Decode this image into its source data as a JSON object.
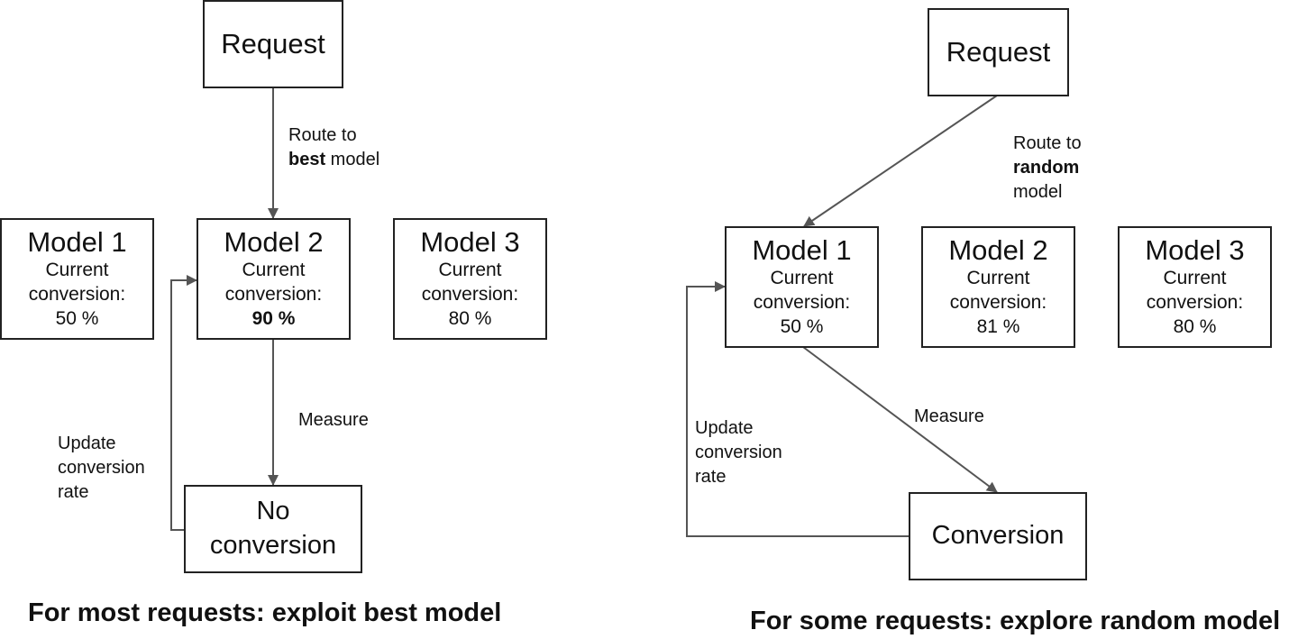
{
  "left": {
    "request": "Request",
    "route_label": {
      "line1": "Route to",
      "bold": "best",
      "rest": " model"
    },
    "models": [
      {
        "name": "Model 1",
        "label": "Current",
        "label2": "conversion:",
        "value": "50 %"
      },
      {
        "name": "Model 2",
        "label": "Current",
        "label2": "conversion:",
        "value": "90 %"
      },
      {
        "name": "Model 3",
        "label": "Current",
        "label2": "conversion:",
        "value": "80 %"
      }
    ],
    "measure": "Measure",
    "update": {
      "line1": "Update",
      "line2": "conversion",
      "line3": "rate"
    },
    "outcome": {
      "line1": "No",
      "line2": "conversion"
    },
    "caption": "For most requests: exploit best model"
  },
  "right": {
    "request": "Request",
    "route_label": {
      "line1": "Route to",
      "bold": "random",
      "rest": "model"
    },
    "models": [
      {
        "name": "Model 1",
        "label": "Current",
        "label2": "conversion:",
        "value": "50 %"
      },
      {
        "name": "Model 2",
        "label": "Current",
        "label2": "conversion:",
        "value": "81 %"
      },
      {
        "name": "Model 3",
        "label": "Current",
        "label2": "conversion:",
        "value": "80 %"
      }
    ],
    "measure": "Measure",
    "update": {
      "line1": "Update",
      "line2": "conversion",
      "line3": "rate"
    },
    "outcome": "Conversion",
    "caption": "For some requests: explore random model"
  }
}
